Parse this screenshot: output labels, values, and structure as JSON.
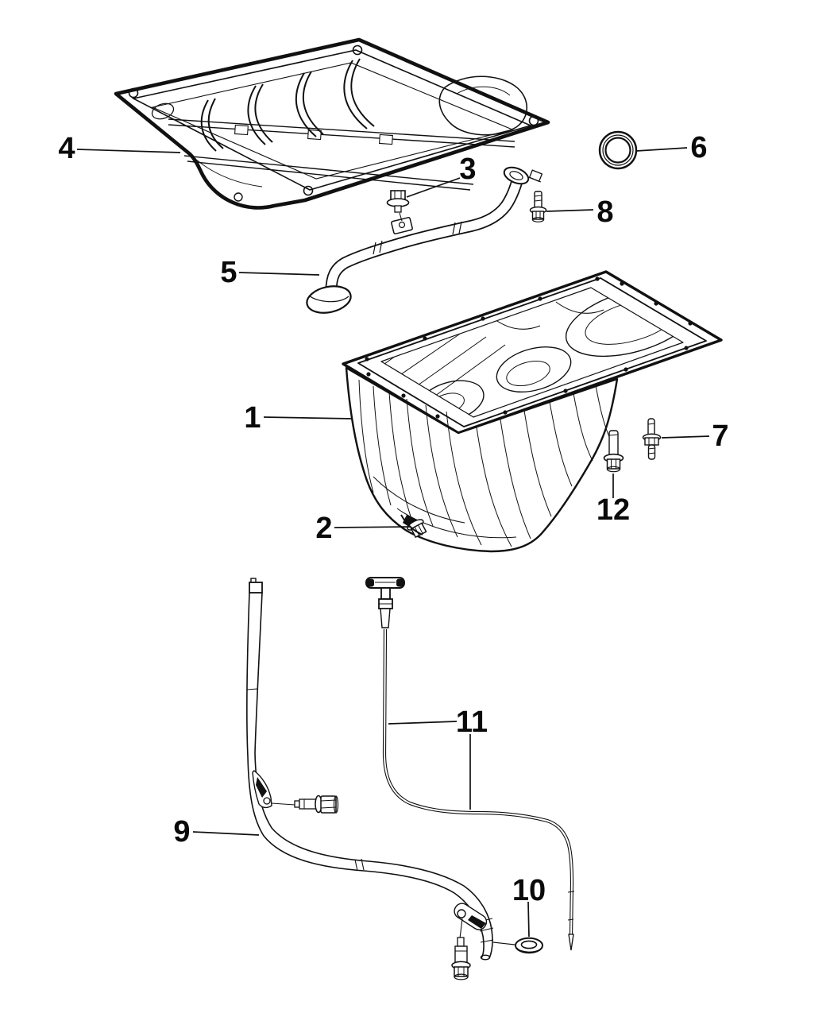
{
  "meta": {
    "background": "#ffffff",
    "line_color": "#111111",
    "label_color": "#0a0a0a",
    "figure_type": "exploded-parts-line-diagram"
  },
  "callouts": [
    {
      "label": "1"
    },
    {
      "label": "2"
    },
    {
      "label": "3"
    },
    {
      "label": "4"
    },
    {
      "label": "5"
    },
    {
      "label": "6"
    },
    {
      "label": "7"
    },
    {
      "label": "8"
    },
    {
      "label": "9"
    },
    {
      "label": "10"
    },
    {
      "label": "11"
    },
    {
      "label": "12"
    }
  ]
}
